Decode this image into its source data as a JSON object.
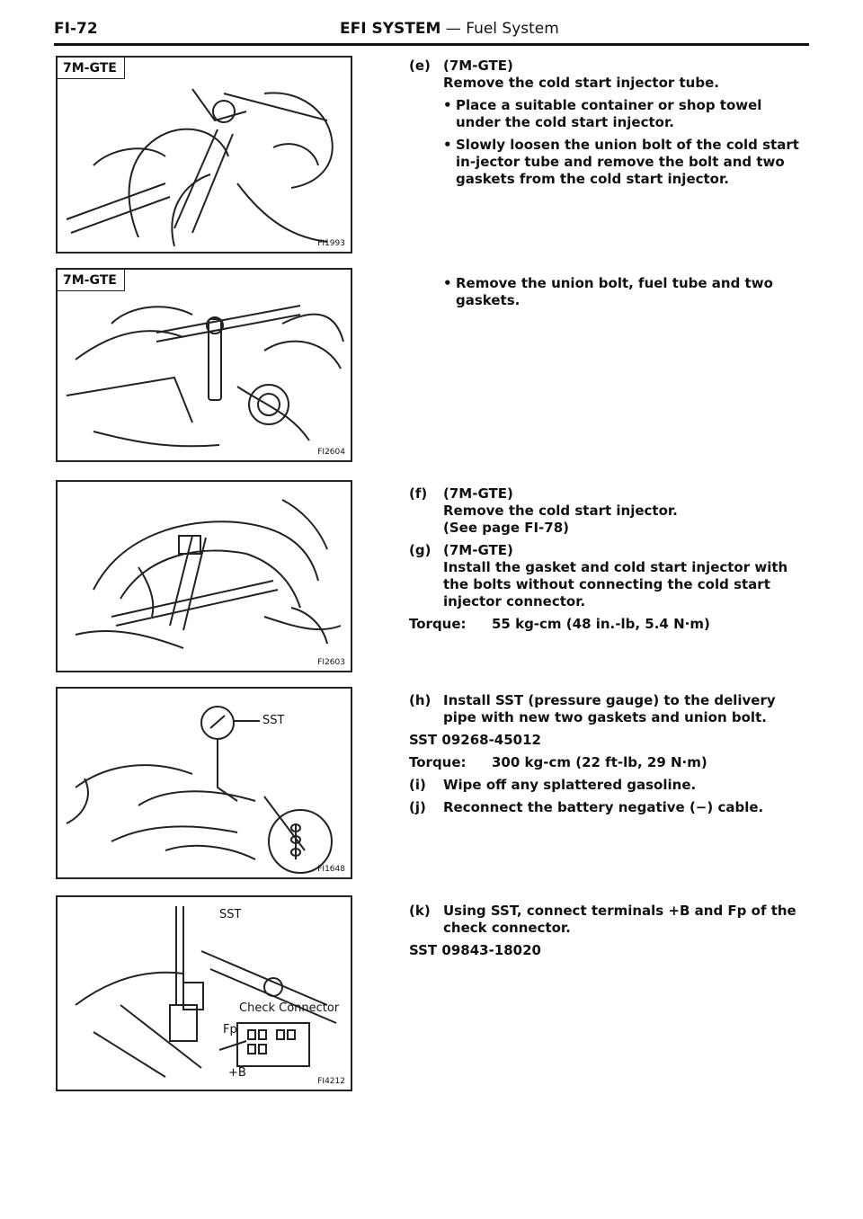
{
  "header": {
    "page_no": "FI-72",
    "title_bold": "EFI SYSTEM",
    "title_rest": " — Fuel System"
  },
  "figures": [
    {
      "label": "7M-GTE",
      "code": "FI1993"
    },
    {
      "label": "7M-GTE",
      "code": "FI2604"
    },
    {
      "label": "",
      "code": "FI2603"
    },
    {
      "label": "",
      "code": "FI1648",
      "callout_sst": "SST"
    },
    {
      "label": "",
      "code": "FI4212",
      "callout_sst": "SST",
      "callout_check": "Check Connector",
      "callout_fp": "Fp",
      "callout_b": "+B"
    }
  ],
  "steps": {
    "e": {
      "letter": "(e)",
      "line1": "(7M-GTE)",
      "line2": "Remove the cold start injector tube.",
      "bullet1": "Place a suitable container or shop towel under the cold start injector.",
      "bullet2": "Slowly loosen the union bolt of the cold start in-jector tube and remove the bolt and two gaskets from the cold start injector."
    },
    "e_bullet3": "Remove the union bolt, fuel tube and two gaskets.",
    "f": {
      "letter": "(f)",
      "line1": "(7M-GTE)",
      "line2": "Remove the cold start injector.",
      "line3": "(See page FI-78)"
    },
    "g": {
      "letter": "(g)",
      "line1": "(7M-GTE)",
      "line2": "Install the gasket and cold start injector with the bolts without connecting the cold start injector connector."
    },
    "g_torque_key": "Torque:",
    "g_torque_val": "55 kg-cm (48 in.-lb, 5.4 N·m)",
    "h": {
      "letter": "(h)",
      "text": "Install SST (pressure gauge) to the delivery pipe with new two gaskets and union bolt."
    },
    "h_sst": "SST 09268-45012",
    "h_torque_key": "Torque:",
    "h_torque_val": "300 kg-cm (22 ft-lb, 29 N·m)",
    "i": {
      "letter": "(i)",
      "text": "Wipe off any splattered gasoline."
    },
    "j": {
      "letter": "(j)",
      "text": "Reconnect the battery negative (−) cable."
    },
    "k": {
      "letter": "(k)",
      "text": "Using SST, connect terminals +B and Fp of the check connector."
    },
    "k_sst": "SST 09843-18020"
  }
}
